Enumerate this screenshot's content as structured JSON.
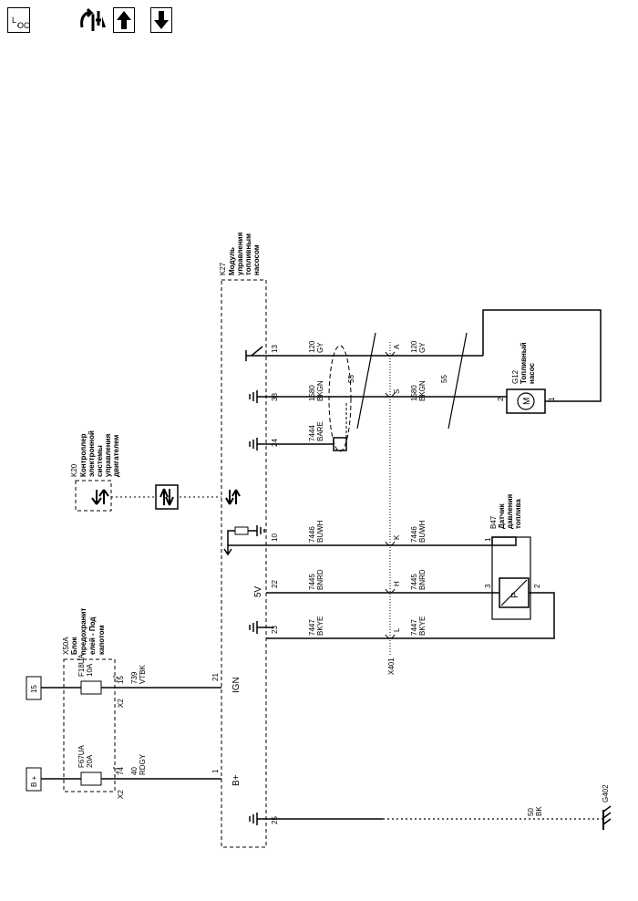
{
  "toolbar": {
    "loc_icon": "location-icon",
    "connector_icon": "connector-view-icon",
    "up_icon": "arrow-up-icon",
    "down_icon": "arrow-down-icon"
  },
  "sources": {
    "bplus": "B +",
    "ign": "15"
  },
  "fuse_block": {
    "name": "X50A",
    "desc_lines": [
      "Блок",
      "предохранит",
      "елей - Под",
      "капотом"
    ],
    "fuse_upper_name": "F18UA",
    "fuse_upper_rating": "10A",
    "fuse_lower_name": "F67UA",
    "fuse_lower_rating": "20A",
    "pin_upper_conn": "X2",
    "pin_upper": "15",
    "pin_lower_conn": "X2",
    "pin_lower": "74"
  },
  "wires_left": {
    "ign_circuit": "739",
    "ign_color": "VTBK",
    "bplus_circuit": "40",
    "bplus_color": "RDGY"
  },
  "module_k27": {
    "name": "K27",
    "desc_lines": [
      "Модуль",
      "управления",
      "топливным",
      "насосом"
    ],
    "pins": {
      "p13": "13",
      "p38": "38",
      "p24": "24",
      "p10": "10",
      "p22": "22",
      "p23": "23",
      "p21": "21",
      "p1": "1",
      "p25": "25"
    },
    "label_5v": "5V",
    "label_ign": "IGN",
    "label_bplus": "B+"
  },
  "module_k20": {
    "name": "K20",
    "desc_lines": [
      "Контроллер",
      "электронной",
      "системы",
      "управления",
      "двигателем"
    ]
  },
  "wires_mid": {
    "w13": [
      "120",
      "GY"
    ],
    "w38": [
      "1580",
      "BKGN"
    ],
    "w24": [
      "7444",
      "BARE"
    ],
    "w10": [
      "7446",
      "BUWH"
    ],
    "w22": [
      "7445",
      "BNRD"
    ],
    "w23": [
      "7447",
      "BKYE"
    ],
    "shield_label": "55"
  },
  "connector_x401": {
    "name": "X401",
    "pins": {
      "a": "A",
      "s": "S",
      "k": "K",
      "h": "H",
      "l": "L"
    }
  },
  "wires_right": {
    "wA": [
      "120",
      "GY"
    ],
    "wS": [
      "1580",
      "BKGN"
    ],
    "wK": [
      "7446",
      "BUWH"
    ],
    "wH": [
      "7445",
      "BNRD"
    ],
    "wL": [
      "7447",
      "BKYE"
    ],
    "shield_label": "55"
  },
  "pump_g12": {
    "name": "G12",
    "desc_lines": [
      "Топливный",
      "насос"
    ],
    "motor_symbol": "M",
    "pin2": "2",
    "pin1": "1"
  },
  "sensor_b47": {
    "name": "B47",
    "desc_lines": [
      "Датчик",
      "давления",
      "топлива"
    ],
    "symbol": "P",
    "pin1": "1",
    "pin3": "3",
    "pin2": "2"
  },
  "ground": {
    "circuit": "50",
    "color": "BK",
    "name": "G402"
  }
}
